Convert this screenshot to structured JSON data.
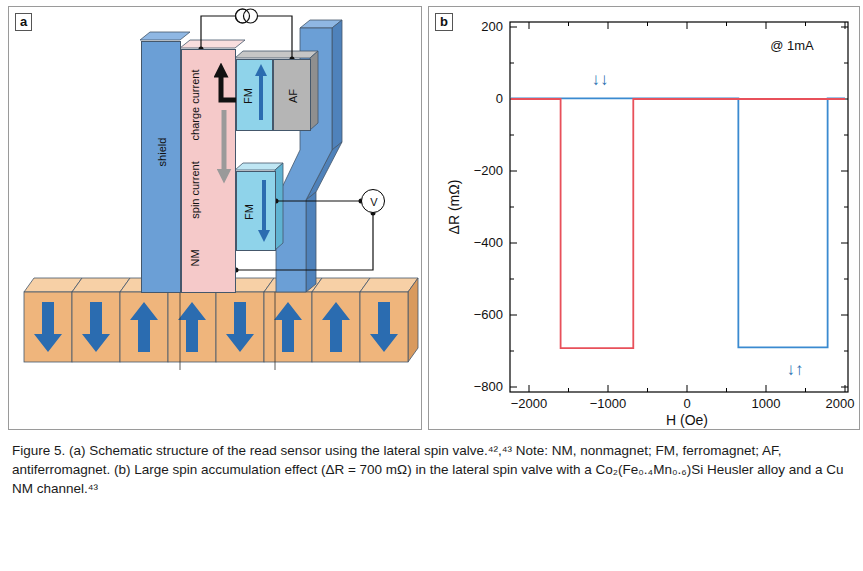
{
  "diagram": {
    "caption": "Figure 5. (a) Schematic structure of the read sensor using the lateral spin valve.⁴²,⁴³ Note: NM, nonmagnet; FM, ferromagnet; AF, antiferromagnet. (b) Large spin accumulation effect (ΔR = 700 mΩ) in the lateral spin valve with a Co₂(Fe₀.₄Mn₀.₆)Si Heusler alloy and a Cu NM channel.⁴³",
    "nodes": [
      {
        "text": [
          "a"
        ]
      },
      {
        "text": [
          "shield"
        ],
        "in": 0
      },
      {
        "text": [
          "charge current",
          "spin current",
          "NM"
        ],
        "in": 0
      },
      {
        "text": [
          "FM"
        ],
        "in": 0
      },
      {
        "text": [
          "AF"
        ],
        "in": 0
      },
      {
        "text": [
          "FM"
        ],
        "in": 0
      },
      {
        "text": [
          "V"
        ],
        "in": 0
      },
      {
        "text": [
          "b"
        ]
      }
    ],
    "edges": [
      {
        "from": 2,
        "to": 4,
        "arrow": "none"
      },
      {
        "from": 5,
        "to": 6,
        "arrow": "none"
      },
      {
        "from": 6,
        "to": 2,
        "arrow": "none"
      }
    ],
    "labels": [
      "@ 1mA",
      "↓↓",
      "↓↑",
      "200",
      "0",
      "−200",
      "−400",
      "−600",
      "−800",
      "−2000",
      "−1000",
      "0",
      "1000",
      "2000",
      "ΔR (mΩ)",
      "H (Oe)"
    ]
  }
}
